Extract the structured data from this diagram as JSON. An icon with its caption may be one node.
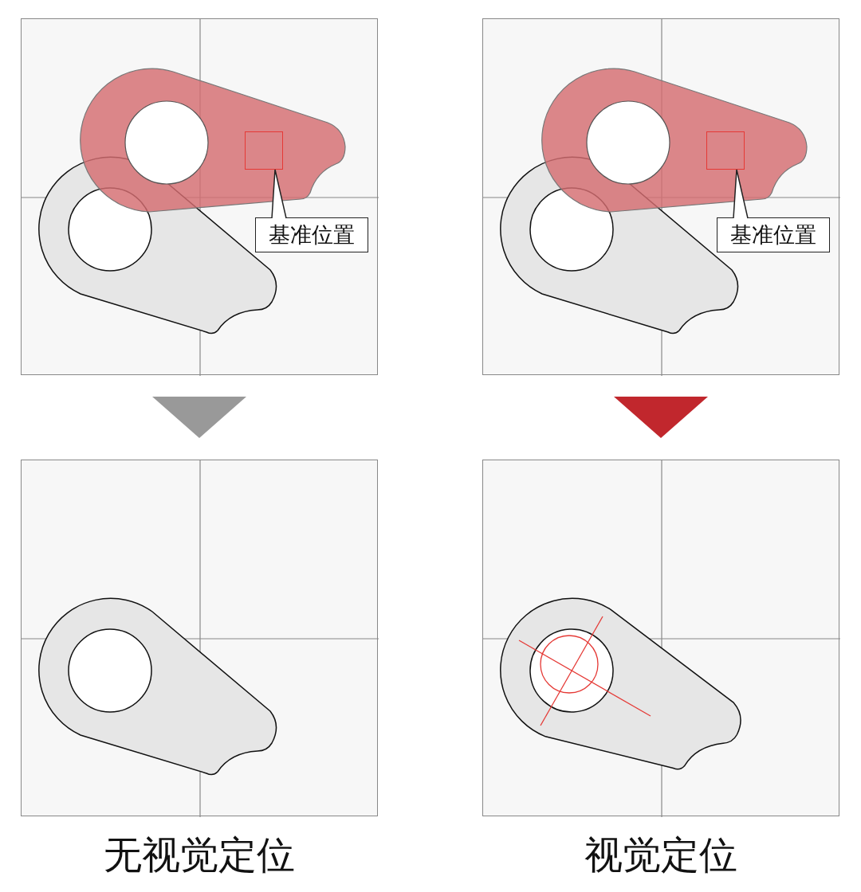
{
  "diagram": {
    "nodes": [
      {
        "text": [],
        "shape": "box"
      },
      {
        "text": [],
        "shape": "box",
        "in": 0
      },
      {
        "text": [
          "基准位置"
        ],
        "in": 0
      },
      {
        "text": [],
        "shape": "box"
      },
      {
        "text": [],
        "shape": "box",
        "in": 3
      },
      {
        "text": [
          "基准位置"
        ],
        "in": 3
      },
      {
        "text": [],
        "shape": "box",
        "beside": [
          "无视觉定位"
        ]
      },
      {
        "text": [],
        "shape": "box",
        "beside": [
          "视觉定位"
        ]
      }
    ],
    "edges": [
      {
        "from": 2,
        "to": 1,
        "arrow": "none"
      },
      {
        "from": 5,
        "to": 4,
        "arrow": "none"
      },
      {
        "from": 0,
        "to": 6,
        "arrow": "to",
        "color": "#999999"
      },
      {
        "from": 3,
        "to": 7,
        "arrow": "to",
        "color": "#c1272d"
      }
    ]
  }
}
